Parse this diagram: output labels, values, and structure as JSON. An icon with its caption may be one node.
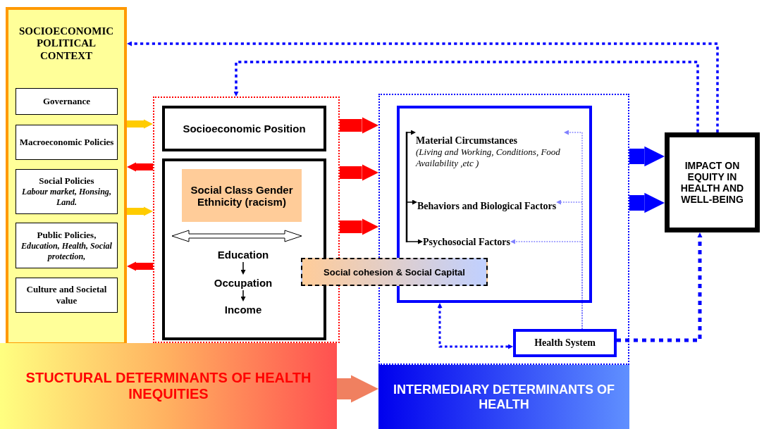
{
  "diagram": {
    "nodes": [
      {
        "text": [
          "SOCIOECONOMIC POLITICAL CONTEXT"
        ]
      },
      {
        "text": [
          "Governance"
        ],
        "in": 0
      },
      {
        "text": [
          "Macroeconomic Policies"
        ],
        "in": 0
      },
      {
        "text": [
          "Social Policies",
          "Labour market, Honsing, Land."
        ],
        "in": 0
      },
      {
        "text": [
          "Public Policies,",
          "Education, Health, Social protection,"
        ],
        "in": 0
      },
      {
        "text": [
          "Culture and Societal value"
        ],
        "in": 0
      },
      {
        "text": [],
        "shape": "box"
      },
      {
        "text": [
          "Socioeconomic Position"
        ],
        "in": 6
      },
      {
        "text": [],
        "shape": "box",
        "in": 6
      },
      {
        "text": [
          "Social Class Gender Ethnicity (racism)"
        ],
        "in": 8
      },
      {
        "text": [
          "Education"
        ],
        "in": 8
      },
      {
        "text": [
          "Occupation"
        ],
        "in": 8
      },
      {
        "text": [
          "Income"
        ],
        "in": 8
      },
      {
        "text": [],
        "shape": "box"
      },
      {
        "text": [],
        "shape": "box",
        "in": 13
      },
      {
        "text": [
          "Material Circumstances",
          "(Living and Working, Conditions, Food Availability ,etc )"
        ],
        "in": 14
      },
      {
        "text": [
          "Behaviors and Biological Factors"
        ],
        "in": 14
      },
      {
        "text": [
          "Psychosocial Factors"
        ],
        "in": 14
      },
      {
        "text": [
          "Social cohesion & Social Capital"
        ]
      },
      {
        "text": [
          "Health System"
        ],
        "in": 13
      },
      {
        "text": [
          "IMPACT ON EQUITY IN HEALTH AND WELL-BEING"
        ]
      },
      {
        "text": [
          "STUCTURAL DETERMINANTS OF HEALTH INEQUITIES"
        ]
      },
      {
        "text": [
          "INTERMEDIARY DETERMINANTS OF HEALTH"
        ]
      }
    ],
    "edges": [
      {
        "from": 20,
        "to": 0,
        "arrow": "to",
        "style": "dashed",
        "color": "#0000ff"
      },
      {
        "from": 20,
        "to": 6,
        "arrow": "to",
        "style": "dashed",
        "color": "#0000ff"
      },
      {
        "from": 0,
        "to": 6,
        "arrow": "to",
        "style": "thick",
        "color": "#ffcc00"
      },
      {
        "from": 6,
        "to": 0,
        "arrow": "to",
        "style": "thick",
        "color": "#ff0000"
      },
      {
        "from": 0,
        "to": 6,
        "arrow": "to",
        "style": "thick",
        "color": "#ffcc00"
      },
      {
        "from": 6,
        "to": 0,
        "arrow": "to",
        "style": "thick",
        "color": "#ff0000"
      },
      {
        "from": 10,
        "to": 11,
        "arrow": "to",
        "color": "#000000"
      },
      {
        "from": 11,
        "to": 12,
        "arrow": "to",
        "color": "#000000"
      },
      {
        "from": 6,
        "to": 13,
        "arrow": "to",
        "style": "thick",
        "color": "#ff0000"
      },
      {
        "from": 6,
        "to": 13,
        "arrow": "to",
        "style": "thick",
        "color": "#ff0000"
      },
      {
        "from": 6,
        "to": 13,
        "arrow": "to",
        "style": "thick",
        "color": "#ff0000"
      },
      {
        "from": null,
        "to": 15,
        "arrow": "to",
        "color": "#000000"
      },
      {
        "from": null,
        "to": 16,
        "arrow": "to",
        "color": "#000000"
      },
      {
        "from": null,
        "to": 17,
        "arrow": "to",
        "color": "#000000"
      },
      {
        "from": 19,
        "to": 15,
        "arrow": "to",
        "style": "dashed",
        "color": "#8080ff"
      },
      {
        "from": 19,
        "to": 16,
        "arrow": "to",
        "style": "dashed",
        "color": "#8080ff"
      },
      {
        "from": 19,
        "to": 17,
        "arrow": "to",
        "style": "dashed",
        "color": "#8080ff"
      },
      {
        "from": 19,
        "to": 14,
        "arrow": "both",
        "style": "dashed",
        "color": "#0000ff"
      },
      {
        "from": 19,
        "to": 20,
        "arrow": "to",
        "style": "dashed",
        "color": "#0000ff"
      },
      {
        "from": 13,
        "to": 20,
        "arrow": "to",
        "style": "thick",
        "color": "#0000ff"
      },
      {
        "from": 13,
        "to": 20,
        "arrow": "to",
        "style": "thick",
        "color": "#0000ff"
      },
      {
        "from": 21,
        "to": 22,
        "arrow": "to",
        "style": "thick",
        "color": "#f08060"
      }
    ]
  }
}
